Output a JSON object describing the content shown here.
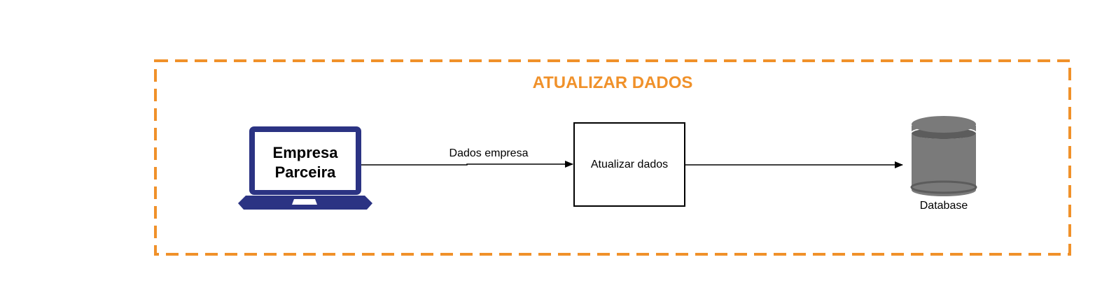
{
  "diagram": {
    "group_title": "ATUALIZAR DADOS",
    "laptop": {
      "label_line1": "Empresa",
      "label_line2": "Parceira"
    },
    "edge_label": "Dados empresa",
    "process_box": {
      "label": "Atualizar dados"
    },
    "database": {
      "label": "Database"
    }
  },
  "colors": {
    "group_border": "#F0912A",
    "group_title": "#F0912A",
    "laptop": "#2B3383",
    "database": "#7A7A7A",
    "database_dark": "#5C5C5C",
    "arrow": "#000000"
  }
}
